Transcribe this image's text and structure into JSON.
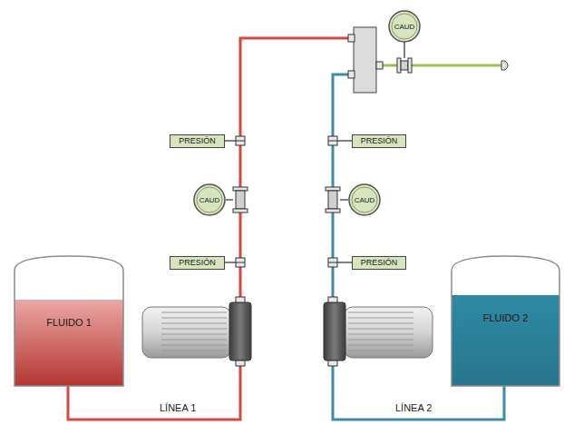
{
  "diagram": {
    "nodes": [
      {
        "text": [
          "CAUD"
        ]
      },
      {
        "text": [
          "PRESIÓN"
        ]
      },
      {
        "text": [
          "PRESIÓN"
        ]
      },
      {
        "text": [
          "CAUD"
        ]
      },
      {
        "text": [
          "CAUD"
        ]
      },
      {
        "text": [
          "PRESIÓN"
        ]
      },
      {
        "text": [
          "PRESIÓN"
        ]
      },
      {
        "text": [
          "FLUIDO 1"
        ]
      },
      {
        "text": [
          "FLUIDO 2"
        ]
      }
    ],
    "labels": [
      "LÍNEA 1",
      "LÍNEA 2"
    ]
  }
}
